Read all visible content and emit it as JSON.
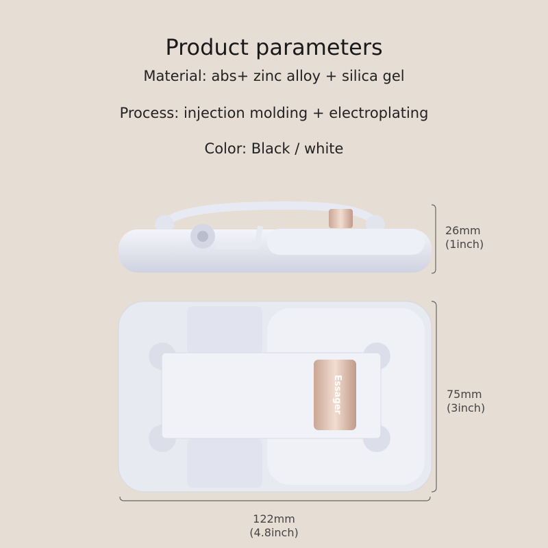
{
  "title": "Product parameters",
  "specs": {
    "material": "Material: abs+ zinc alloy + silica gel",
    "process": "Process: injection molding + electroplating",
    "color": "Color: Black / white"
  },
  "dimensions": {
    "thickness_mm": "26mm",
    "thickness_in": "(1inch)",
    "width_mm": "75mm",
    "width_in": "(3inch)",
    "length_mm": "122mm",
    "length_in": "(4.8inch)"
  },
  "brand_logo": "Essager",
  "colors": {
    "background": "#e6ddd4",
    "body": "#e4e6f0",
    "accent": "#d9b9a8"
  }
}
